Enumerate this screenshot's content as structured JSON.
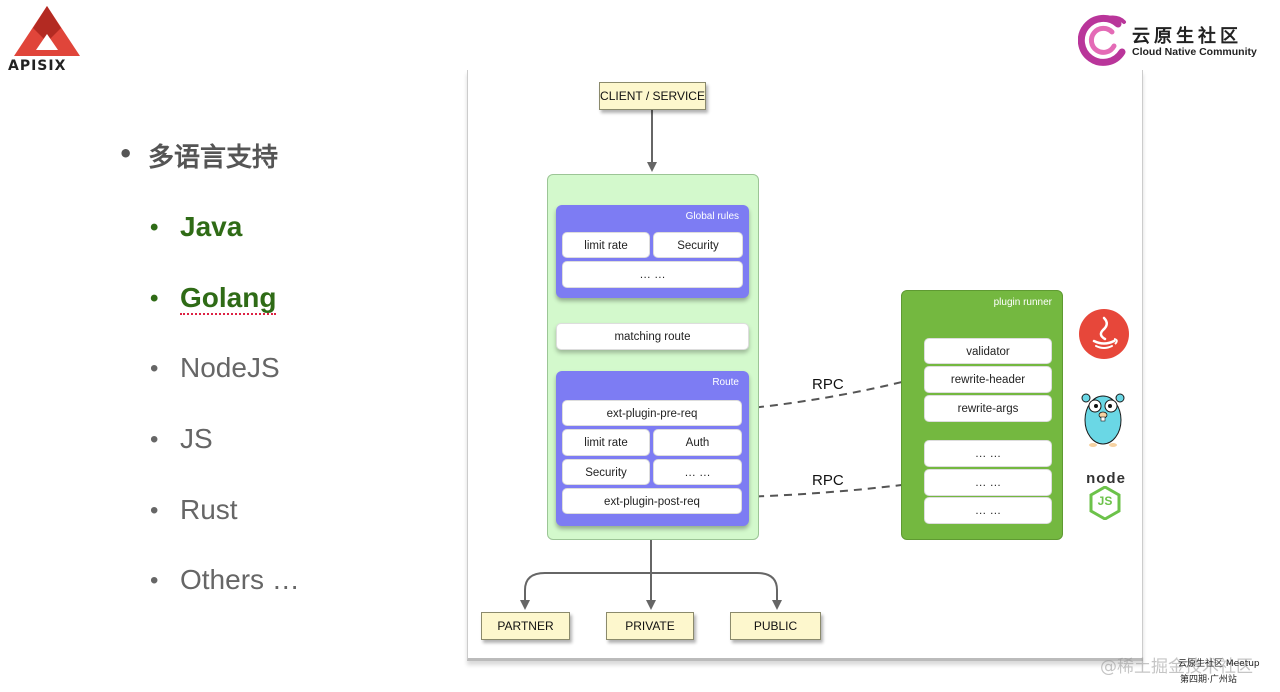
{
  "brand": {
    "apisix_text": "APISIX",
    "community_cn": "云原生社区",
    "community_en": "Cloud Native Community",
    "accent": "#e0453a"
  },
  "bullets": {
    "title": "多语言支持",
    "items": [
      "Java",
      "Golang",
      "NodeJS",
      "JS",
      "Rust",
      "Others …"
    ]
  },
  "diagram": {
    "client": "CLIENT / SERVICE",
    "global_rules": {
      "title": "Global rules",
      "limit_rate": "limit rate",
      "security": "Security",
      "more": "… …"
    },
    "matching_route": "matching route",
    "route": {
      "title": "Route",
      "pre_req": "ext-plugin-pre-req",
      "limit_rate": "limit rate",
      "auth": "Auth",
      "security": "Security",
      "more": "… …",
      "post_req": "ext-plugin-post-req"
    },
    "rpc_top": "RPC",
    "rpc_bottom": "RPC",
    "runner": {
      "title": "plugin runner",
      "items": [
        "validator",
        "rewrite-header",
        "rewrite-args"
      ],
      "more": [
        "… …",
        "… …",
        "… …"
      ]
    },
    "upstreams": [
      "PARTNER",
      "PRIVATE",
      "PUBLIC"
    ],
    "node_text": "node",
    "node_js": "JS",
    "colors": {
      "core_green": "#d3f9cc",
      "panel_purple": "#7d7cf3",
      "runner_green": "#74b840",
      "box_yellow": "#fdf7cd"
    }
  },
  "footer": {
    "watermark": "@稀土掘金技术社区",
    "meetup": "云原生社区 Meetup",
    "station": "第四期·广州站"
  }
}
